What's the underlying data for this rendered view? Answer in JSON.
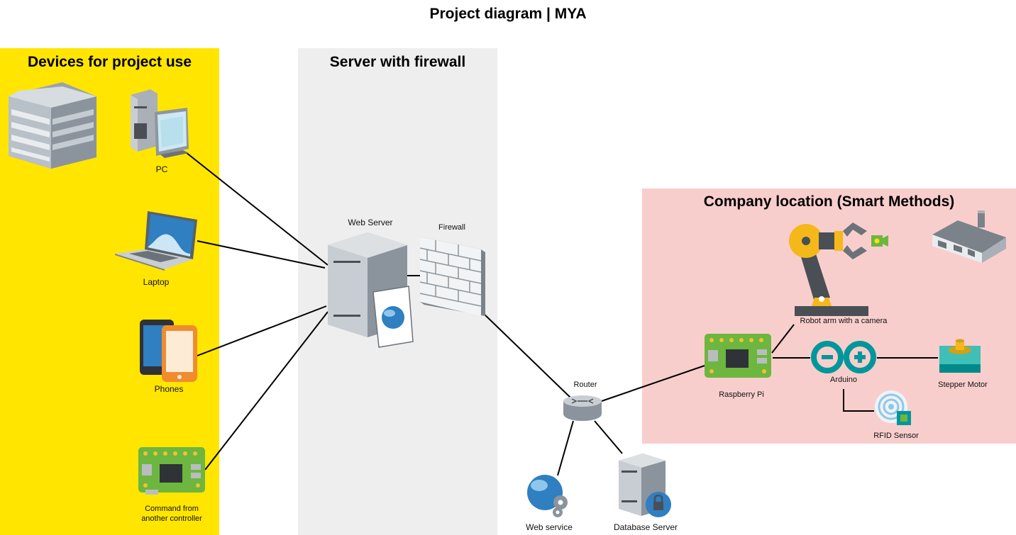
{
  "title": "Project diagram | MYA",
  "zones": {
    "devices": {
      "title": "Devices for project use",
      "color": "#FFE500"
    },
    "server": {
      "title": "Server with firewall",
      "color": "#EEEEEE"
    },
    "company": {
      "title": "Company location (Smart Methods)",
      "color": "#F8CECC"
    }
  },
  "nodes": {
    "pc": "PC",
    "laptop": "Laptop",
    "phones": "Phones",
    "controller": "Command from another controller",
    "web_server": "Web Server",
    "firewall": "Firewall",
    "router": "Router",
    "web_service": "Web service",
    "database_server": "Database Server",
    "robot_arm": "Robot arm with a camera",
    "raspberry_pi": "Raspberry Pi",
    "arduino": "Arduino",
    "stepper_motor": "Stepper Motor",
    "rfid_sensor": "RFID Sensor"
  },
  "icons": {
    "building": "office-building-icon",
    "house": "house-icon"
  }
}
